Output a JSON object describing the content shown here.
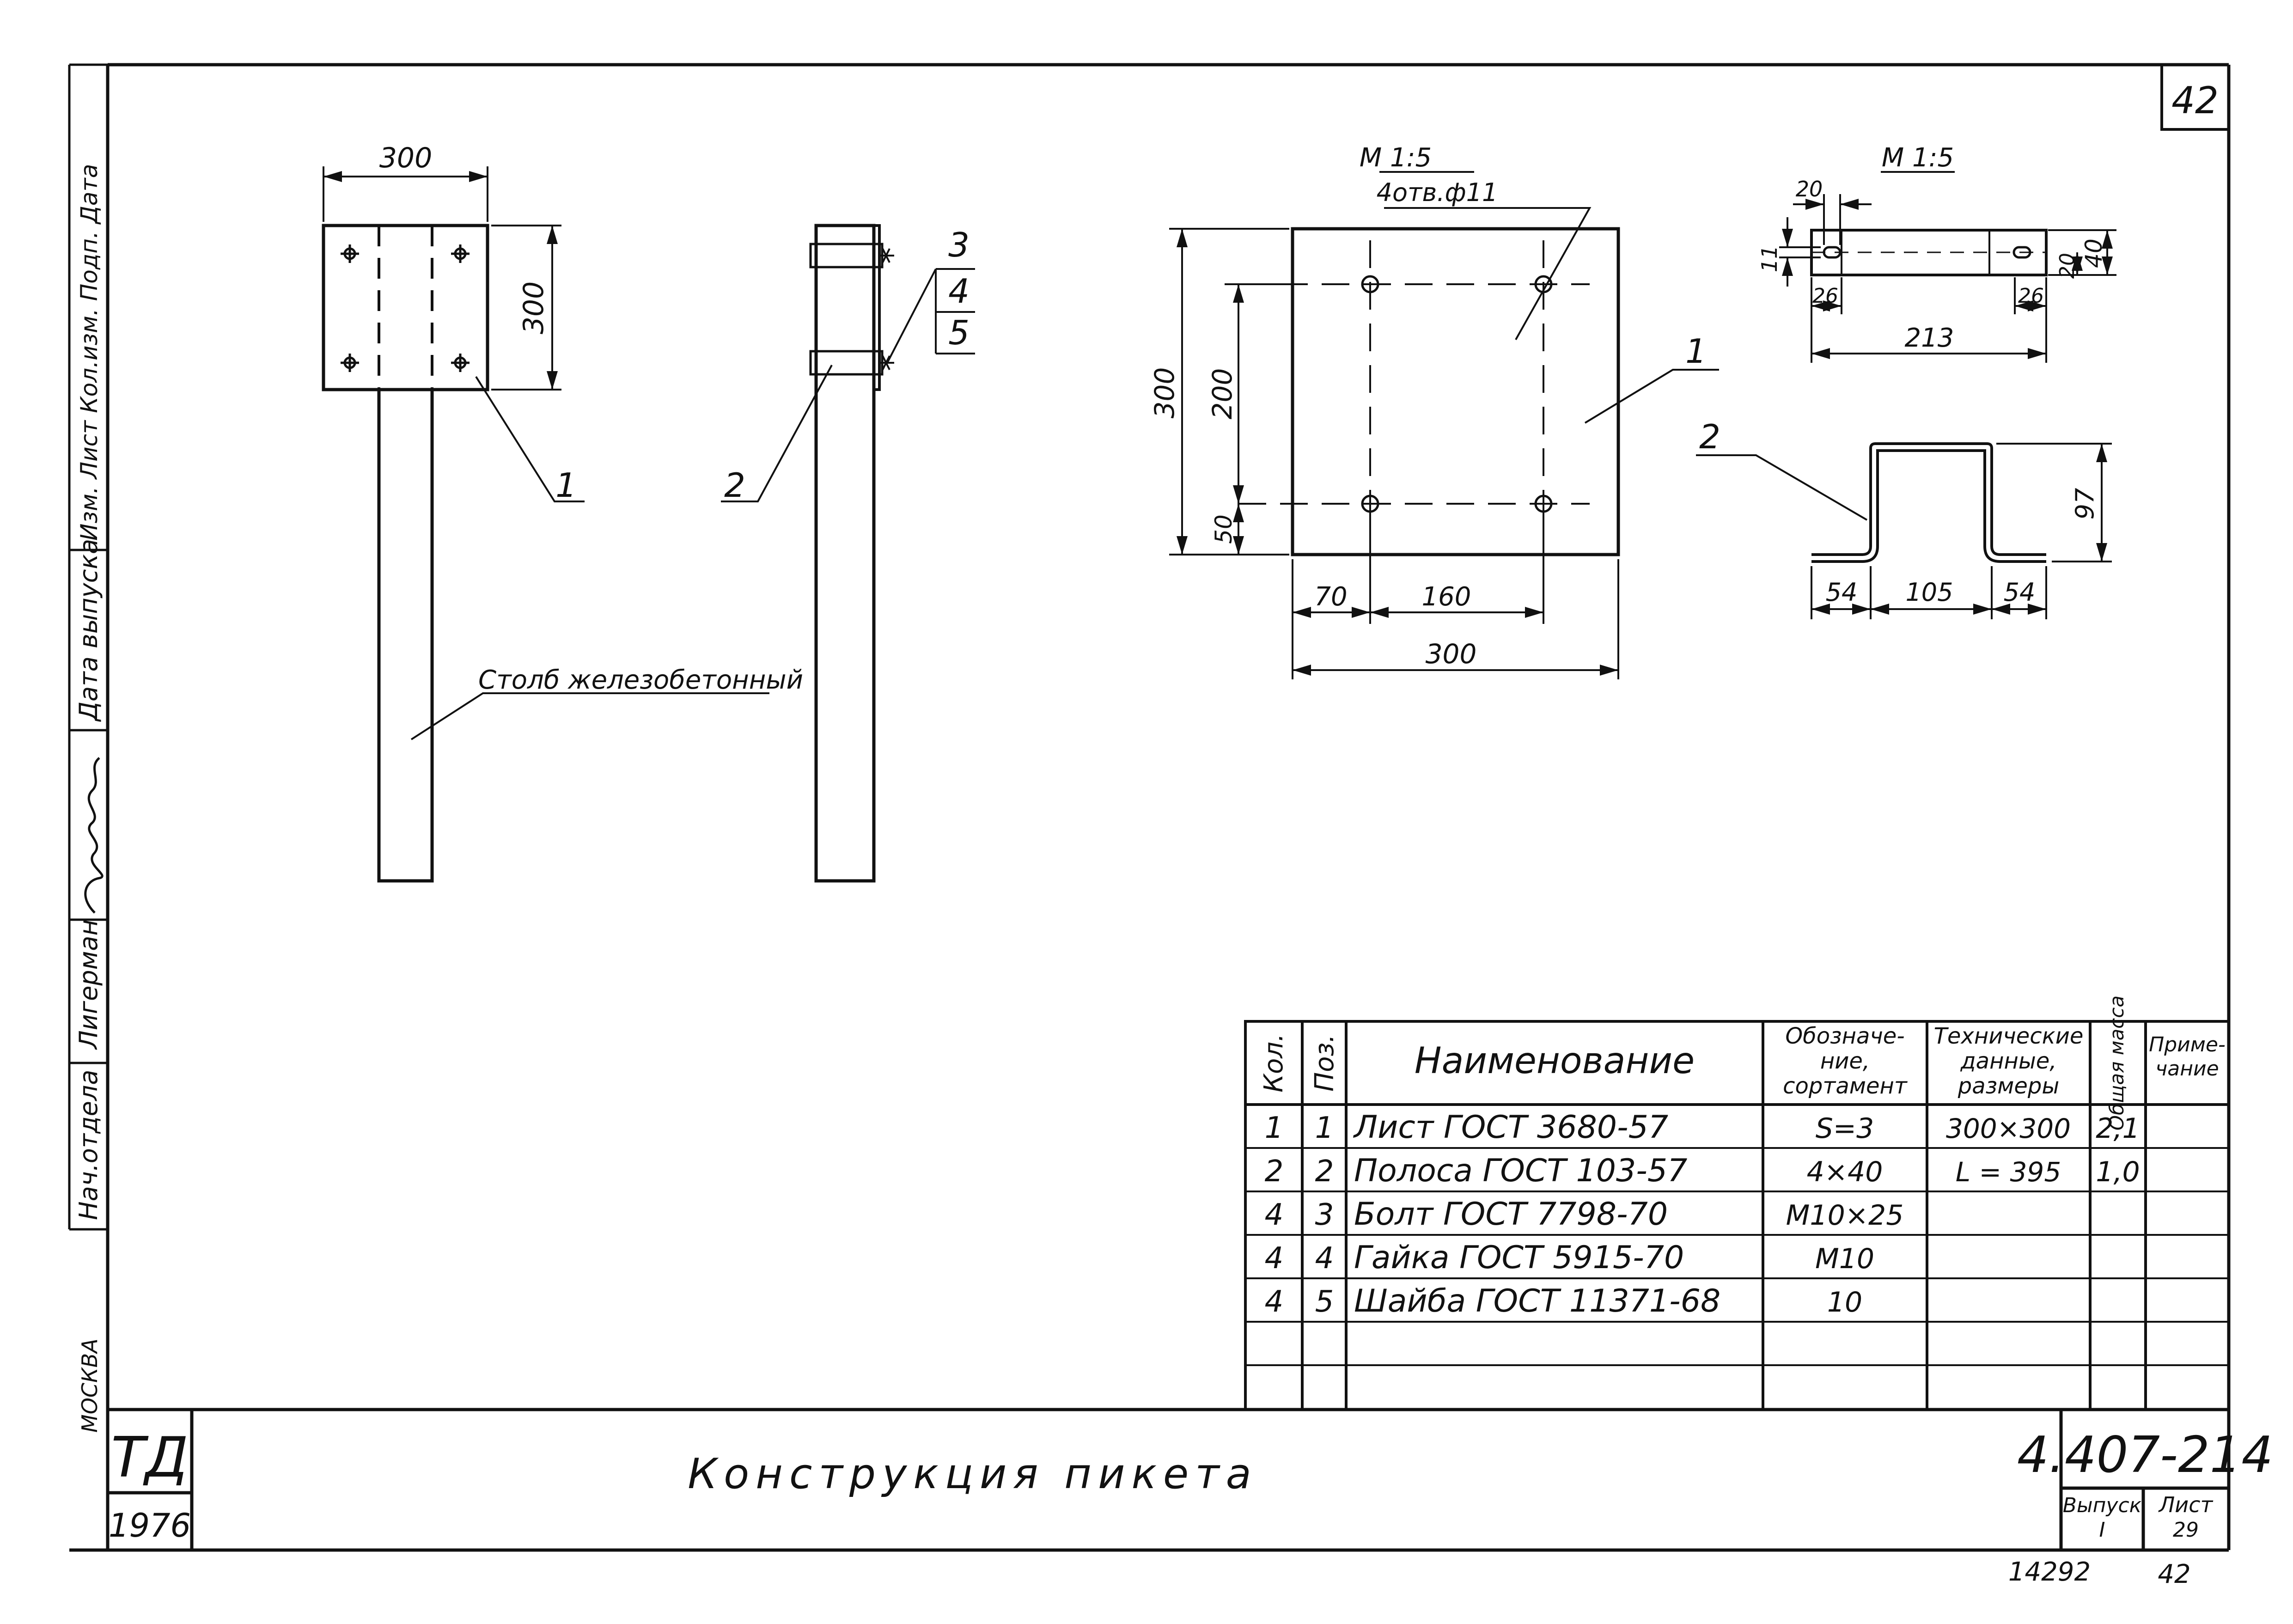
{
  "sheet_number_top": "42",
  "side_stamp": {
    "row1": "Изм. Лист  Кол.изм. Подп. Дата",
    "dept_head_label": "Нач.отдела",
    "dept_head_name": "Лигерман",
    "release_date_label": "Дата выпуска",
    "city": "МОСКВА"
  },
  "view1": {
    "dim_width": "300",
    "dim_height": "300",
    "callout_1": "1",
    "post_label": "Столб железобетонный"
  },
  "view2": {
    "callout_2": "2",
    "callout_3": "3",
    "callout_4": "4",
    "callout_5": "5"
  },
  "plate_detail": {
    "scale": "М 1:5",
    "holes": "4отв.ф11",
    "callout": "1",
    "dim_300_v": "300",
    "dim_200": "200",
    "dim_50": "50",
    "dim_70": "70",
    "dim_160": "160",
    "dim_300_h": "300"
  },
  "strip_detail": {
    "scale": "М 1:5",
    "callout": "2",
    "dim_20_top": "20",
    "dim_11": "11",
    "dim_26_left": "26",
    "dim_26_right": "26",
    "dim_20_right": "20",
    "dim_40": "40",
    "dim_213": "213",
    "dim_97": "97",
    "dim_54_left": "54",
    "dim_105": "105",
    "dim_54_right": "54"
  },
  "spec_table": {
    "headers": {
      "qty": "Кол.",
      "pos": "Поз.",
      "name": "Наименование",
      "designation": "Обозначе- ние, сортамент",
      "tech": "Технические данные, размеры",
      "mass": "Общая масса",
      "note": "Приме- чание"
    },
    "rows": [
      {
        "qty": "1",
        "pos": "1",
        "name": "Лист ГОСТ 3680-57",
        "designation": "S=3",
        "tech": "300×300",
        "mass": "2,1",
        "note": ""
      },
      {
        "qty": "2",
        "pos": "2",
        "name": "Полоса ГОСТ 103-57",
        "designation": "4×40",
        "tech": "L = 395",
        "mass": "1,0",
        "note": ""
      },
      {
        "qty": "4",
        "pos": "3",
        "name": "Болт ГОСТ 7798-70",
        "designation": "М10×25",
        "tech": "",
        "mass": "",
        "note": ""
      },
      {
        "qty": "4",
        "pos": "4",
        "name": "Гайка ГОСТ 5915-70",
        "designation": "М10",
        "tech": "",
        "mass": "",
        "note": ""
      },
      {
        "qty": "4",
        "pos": "5",
        "name": "Шайба ГОСТ 11371-68",
        "designation": "10",
        "tech": "",
        "mass": "",
        "note": ""
      }
    ]
  },
  "title_block": {
    "org": "ТД",
    "year": "1976",
    "title": "Конструкция пикета",
    "doc_number": "4.407-214",
    "issue_label": "Выпуск",
    "issue_value": "I",
    "sheet_label": "Лист",
    "sheet_value": "29"
  },
  "footer": {
    "inv_number": "14292",
    "page": "42"
  }
}
